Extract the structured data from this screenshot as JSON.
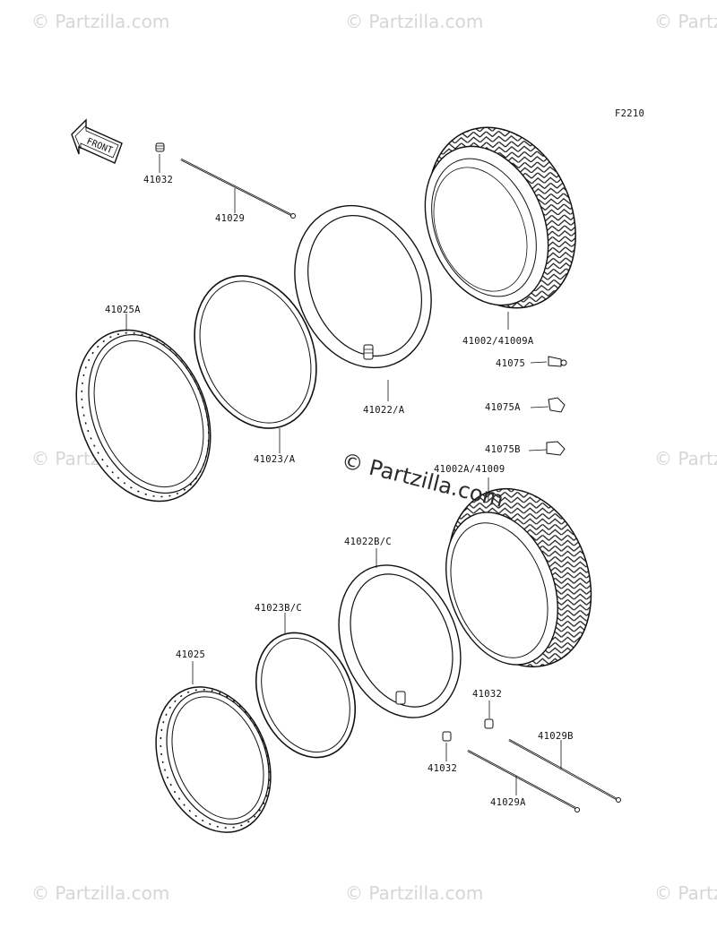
{
  "diagram": {
    "code": "F2210",
    "front_label": "FRONT",
    "parts": {
      "p41032_top": "41032",
      "p41029": "41029",
      "p41025A": "41025A",
      "p41023A": "41023/A",
      "p41022A": "41022/A",
      "p41002": "41002/41009A",
      "p41075": "41075",
      "p41075A": "41075A",
      "p41075B": "41075B",
      "p41002A": "41002A/41009",
      "p41022BC": "41022B/C",
      "p41023BC": "41023B/C",
      "p41025": "41025",
      "p41032_r": "41032",
      "p41029B": "41029B",
      "p41032_b": "41032",
      "p41029A": "41029A"
    }
  },
  "watermark": {
    "small": "© Partzilla.com",
    "center": "© Partzilla.com"
  }
}
